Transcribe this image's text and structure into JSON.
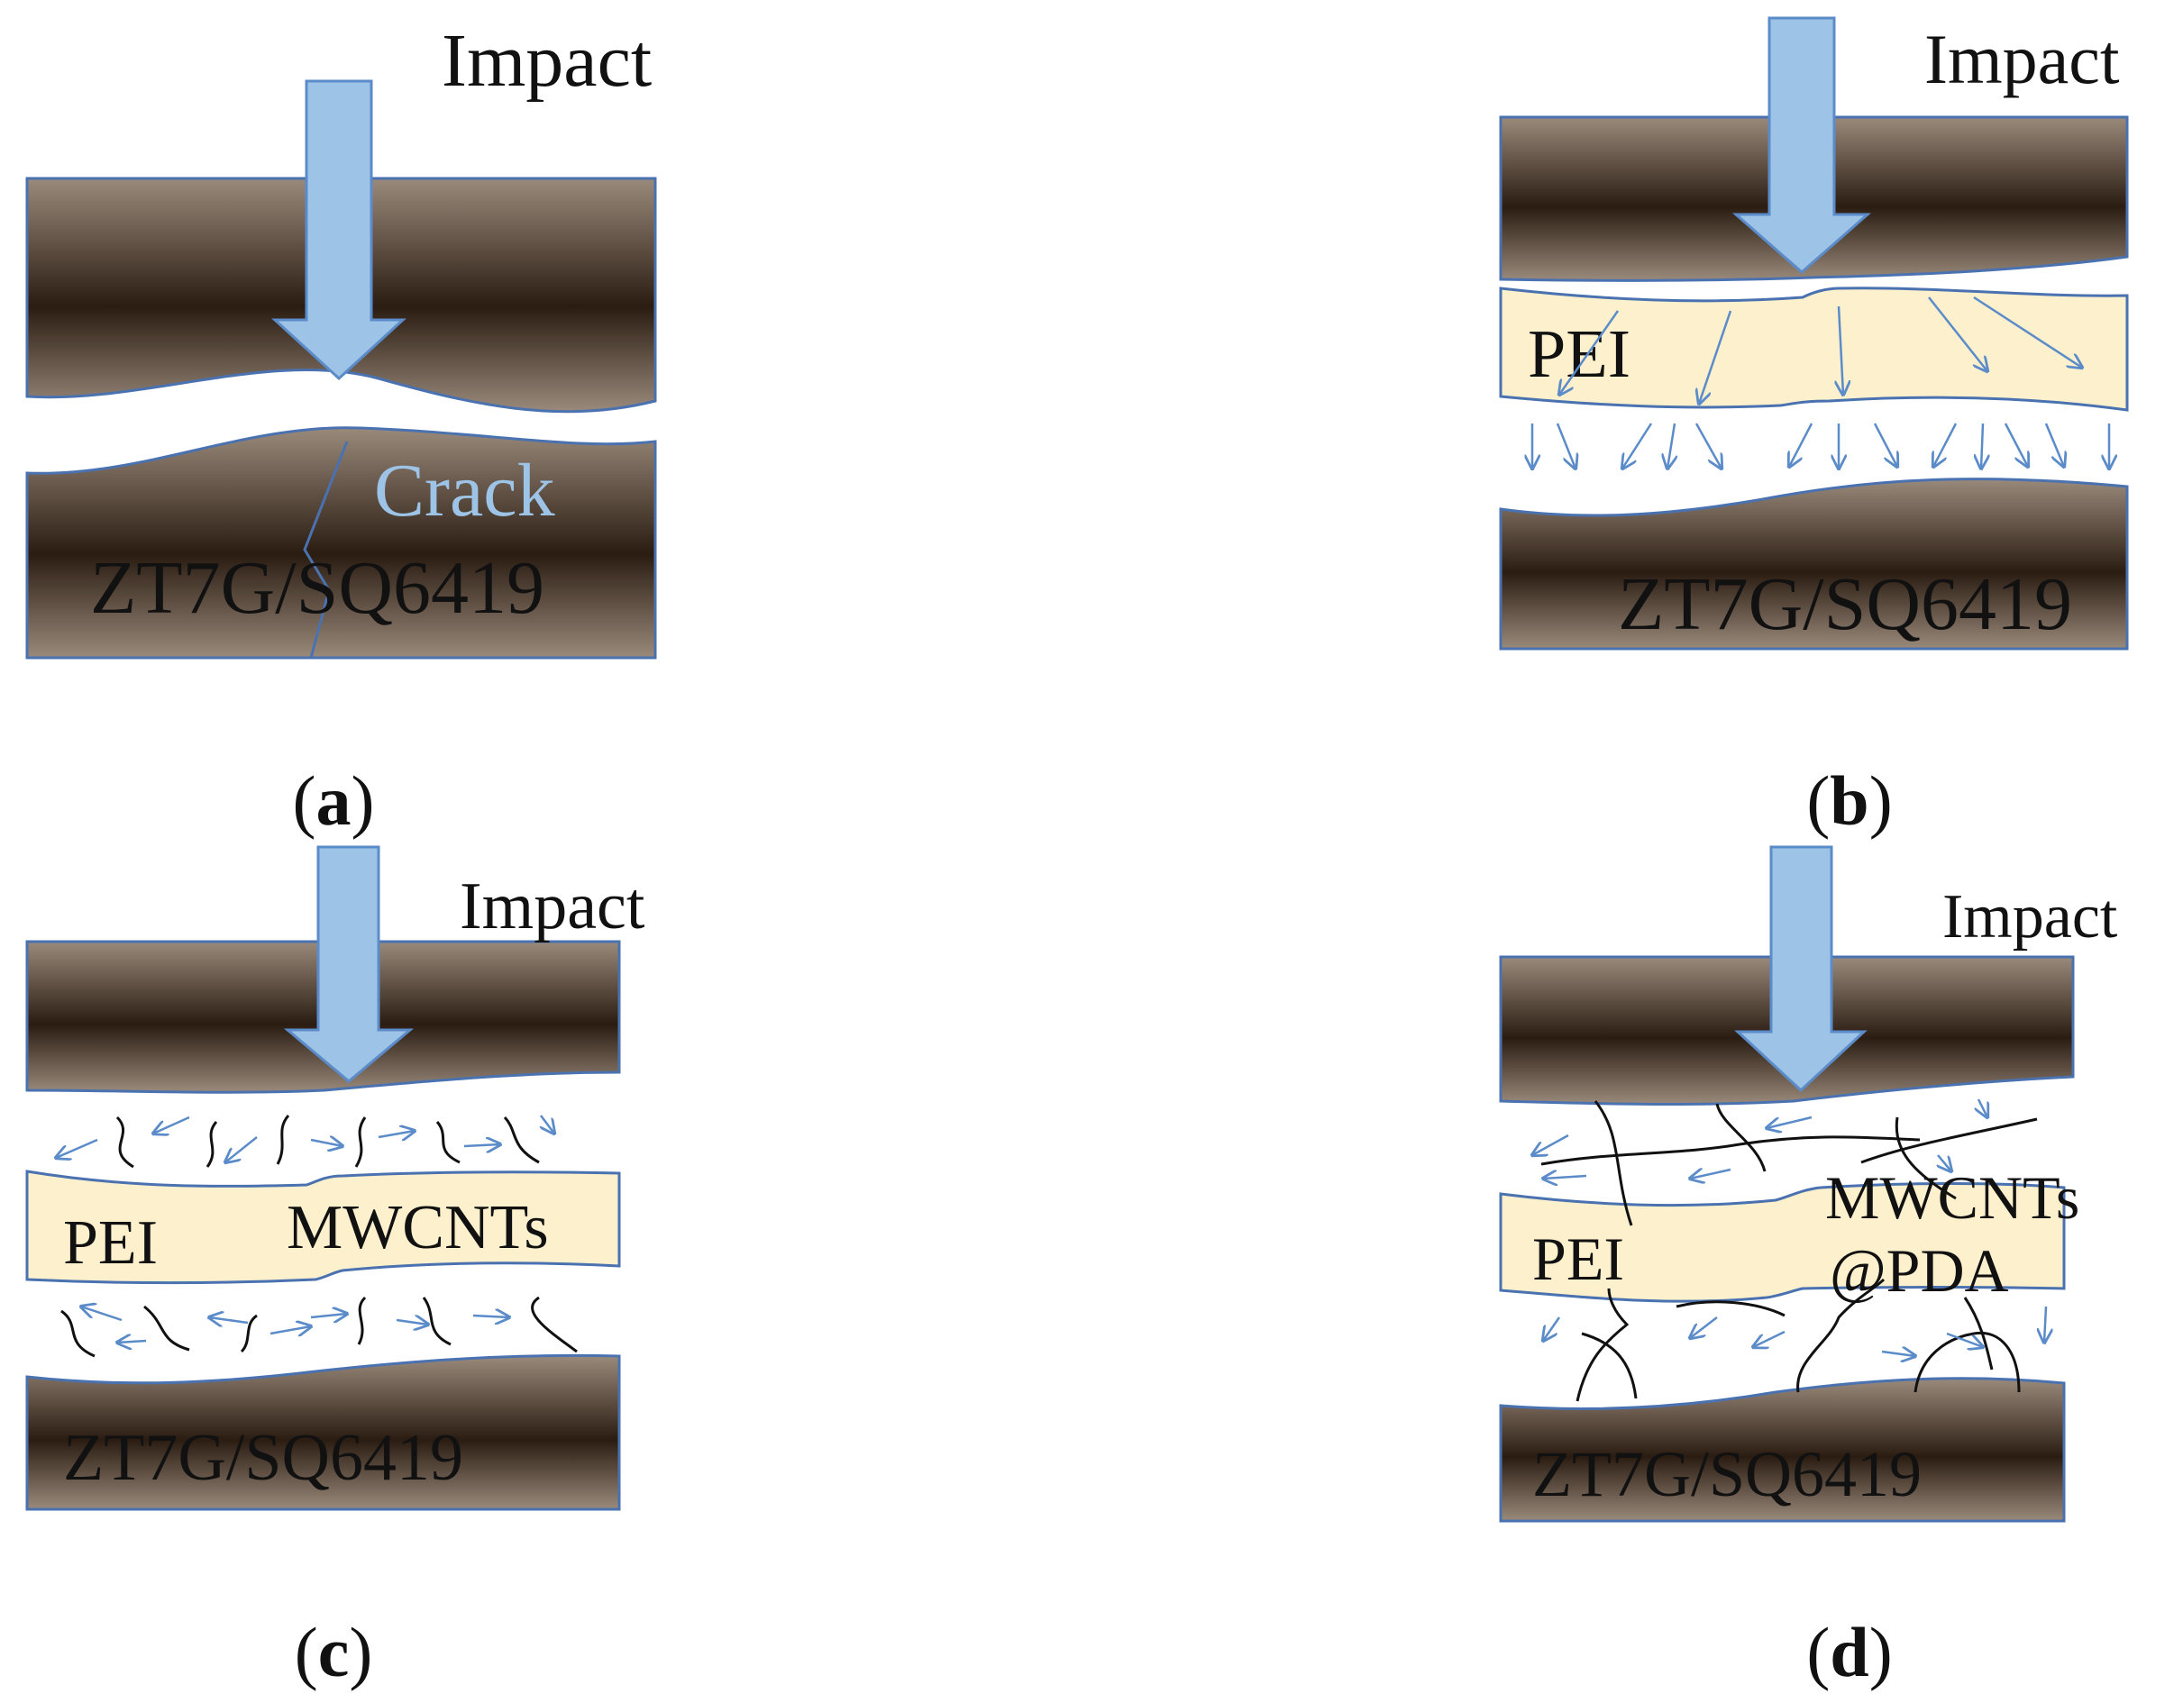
{
  "colors": {
    "laminate_light": "#9a8a7b",
    "laminate_dark": "#2b1c12",
    "laminate_edge": "#4a72b0",
    "pei_fill": "#fdf0cd",
    "arrow_fill": "#9dc3e6",
    "arrow_edge": "#5b8cc9",
    "cnt_line": "#111111"
  },
  "panels": [
    {
      "label_open": "(",
      "label_letter": "a",
      "label_close": ")",
      "impact": "Impact",
      "laminate": "ZT7G/SQ6419",
      "crack": "Crack"
    },
    {
      "label_open": "(",
      "label_letter": "b",
      "label_close": ")",
      "impact": "Impact",
      "laminate": "ZT7G/SQ6419",
      "interleaf": "PEI"
    },
    {
      "label_open": "(",
      "label_letter": "c",
      "label_close": ")",
      "impact": "Impact",
      "laminate": "ZT7G/SQ6419",
      "interleaf": "PEI",
      "filler": "MWCNTs"
    },
    {
      "label_open": "(",
      "label_letter": "d",
      "label_close": ")",
      "impact": "Impact",
      "laminate": "ZT7G/SQ6419",
      "interleaf": "PEI",
      "filler_line1": "MWCNTs",
      "filler_line2": "@PDA"
    }
  ]
}
